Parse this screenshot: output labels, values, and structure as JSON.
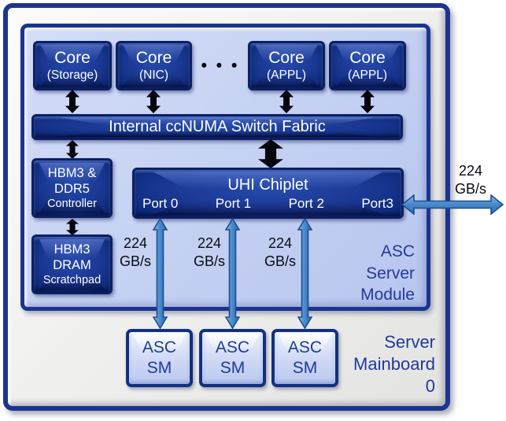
{
  "mainboard": {
    "label_lines": [
      "Server",
      "Mainboard",
      "0"
    ]
  },
  "module": {
    "label_lines": [
      "ASC",
      "Server",
      "Module"
    ]
  },
  "cores": [
    {
      "name": "Core",
      "type": "(Storage)"
    },
    {
      "name": "Core",
      "type": "(NIC)"
    },
    {
      "name": "Core",
      "type": "(APPL)"
    },
    {
      "name": "Core",
      "type": "(APPL)"
    }
  ],
  "ellipsis": "• • •",
  "fabric_label": "Internal ccNUMA Switch Fabric",
  "hbm_controller_lines": [
    "HBM3 &",
    "DDR5",
    "Controller"
  ],
  "hbm_dram_lines": [
    "HBM3",
    "DRAM",
    "Scratchpad"
  ],
  "uhi": {
    "title": "UHI Chiplet",
    "ports": [
      "Port 0",
      "Port 1",
      "Port 2",
      "Port3"
    ]
  },
  "bandwidth": {
    "value": "224",
    "unit": "GB/s"
  },
  "asc_sm": {
    "line1": "ASC",
    "line2": "SM"
  },
  "colors": {
    "navy_border": "#1b3490",
    "dark_box_fill": "#16338c",
    "module_fill": "#c6d2f3",
    "mainboard_fill": "#f1f1ef",
    "arrow_blue": "#3d7ec6",
    "arrow_blue_outline": "#1c4d8d",
    "label_navy": "#21399a",
    "text_white": "#ffffff",
    "text_black": "#0a0a12"
  }
}
